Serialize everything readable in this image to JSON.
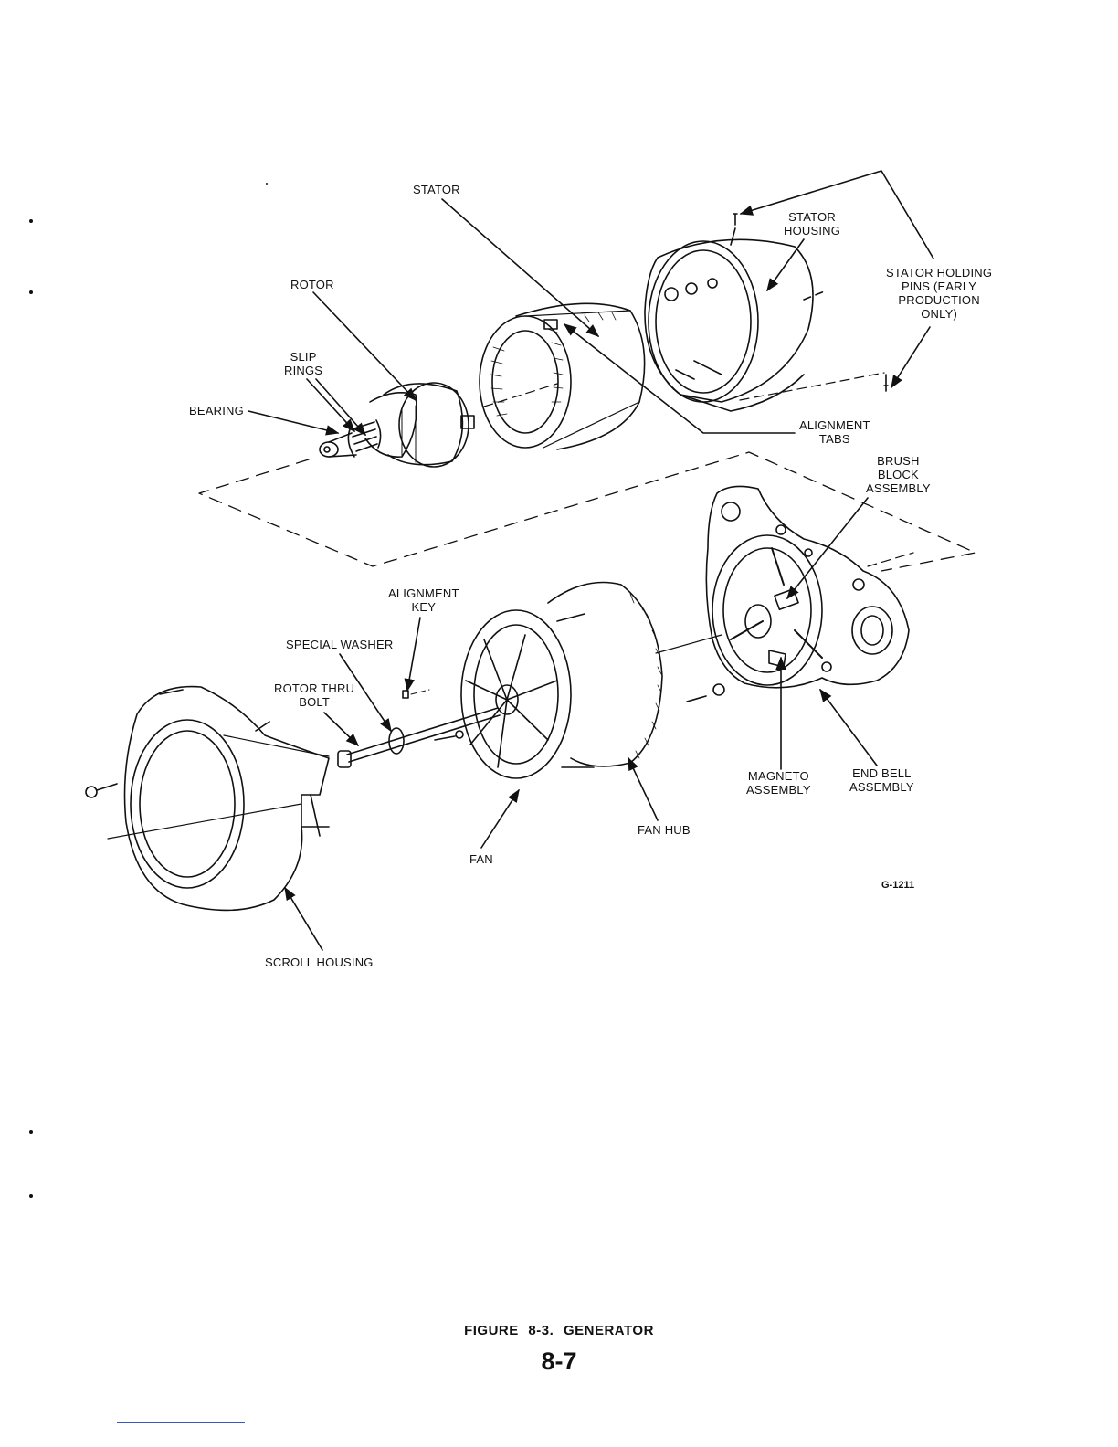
{
  "labels": {
    "stator": "STATOR",
    "stator_housing": "STATOR\nHOUSING",
    "rotor": "ROTOR",
    "stator_holding_pins": "STATOR HOLDING\nPINS (EARLY\nPRODUCTION\nONLY)",
    "slip_rings": "SLIP\nRINGS",
    "bearing": "BEARING",
    "alignment_tabs": "ALIGNMENT\nTABS",
    "brush_block_assembly": "BRUSH\nBLOCK\nASSEMBLY",
    "alignment_key": "ALIGNMENT\nKEY",
    "special_washer": "SPECIAL WASHER",
    "rotor_thru_bolt": "ROTOR THRU\nBOLT",
    "magneto_assembly": "MAGNETO\nASSEMBLY",
    "end_bell_assembly": "END BELL\nASSEMBLY",
    "fan_hub": "FAN HUB",
    "fan": "FAN",
    "scroll_housing": "SCROLL HOUSING"
  },
  "drawing_code": "G-1211",
  "caption": "FIGURE 8-3. GENERATOR",
  "page_number": "8-7"
}
